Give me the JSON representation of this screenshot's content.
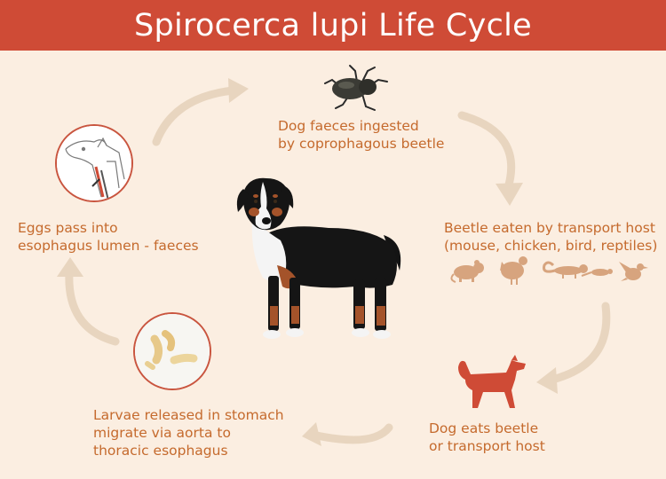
{
  "title": "Spirocerca lupi Life Cycle",
  "stages": {
    "beetle": {
      "line1": "Dog faeces ingested",
      "line2": "by coprophagous beetle"
    },
    "transport": {
      "line1": "Beetle eaten by transport host",
      "line2": "(mouse, chicken, bird, reptiles)"
    },
    "dog_eats": {
      "line1": "Dog eats beetle",
      "line2": "or transport host"
    },
    "larvae": {
      "line1": "Larvae released in stomach",
      "line2": "migrate via aorta to",
      "line3": "thoracic esophagus"
    },
    "eggs": {
      "line1": "Eggs pass into",
      "line2": "esophagus lumen - faeces"
    }
  },
  "colors": {
    "banner": "#cf4b36",
    "background": "#fbeee1",
    "text": "#c56a2d",
    "arrow": "#e8d5bf",
    "icon": "#cf4b36",
    "circle_border": "#c9553f"
  },
  "icons": [
    "beetle-icon",
    "mouse-icon",
    "chicken-icon",
    "bird-icon",
    "lizard-icon",
    "dog-silhouette-icon",
    "dog-neck-sketch-icon",
    "larvae-photo-icon",
    "dog-photo-icon"
  ]
}
